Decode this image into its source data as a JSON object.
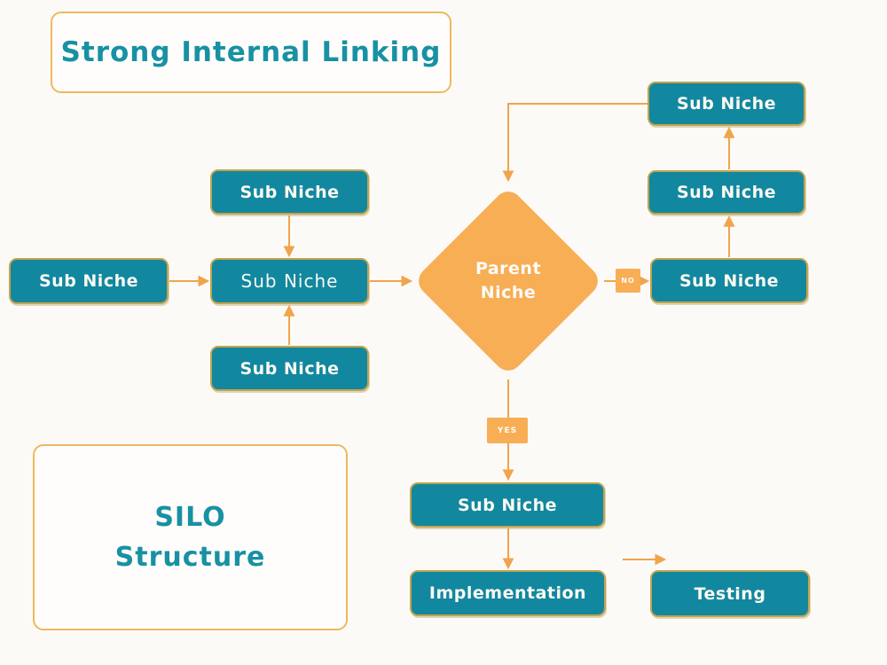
{
  "title": "Strong Internal Linking",
  "silo": {
    "line1": "SILO",
    "line2": "Structure"
  },
  "nodes": {
    "left_outer": "Sub Niche",
    "left_top": "Sub Niche",
    "left_center": "Sub Niche",
    "left_bottom": "Sub Niche",
    "parent_line1": "Parent",
    "parent_line2": "Niche",
    "right_top": "Sub Niche",
    "right_middle": "Sub Niche",
    "right_bottom": "Sub Niche",
    "bottom_sub": "Sub Niche",
    "implementation": "Implementation",
    "testing": "Testing"
  },
  "edge_labels": {
    "no": "NO",
    "yes": "YES"
  },
  "colors": {
    "teal": "#1287A0",
    "teal_text": "#1791A3",
    "orange": "#F7AE55",
    "arrow": "#F0A44B",
    "gold_border": "#C3A44C",
    "light_gold_border": "#EDB95C",
    "background": "#FCFAF7"
  }
}
